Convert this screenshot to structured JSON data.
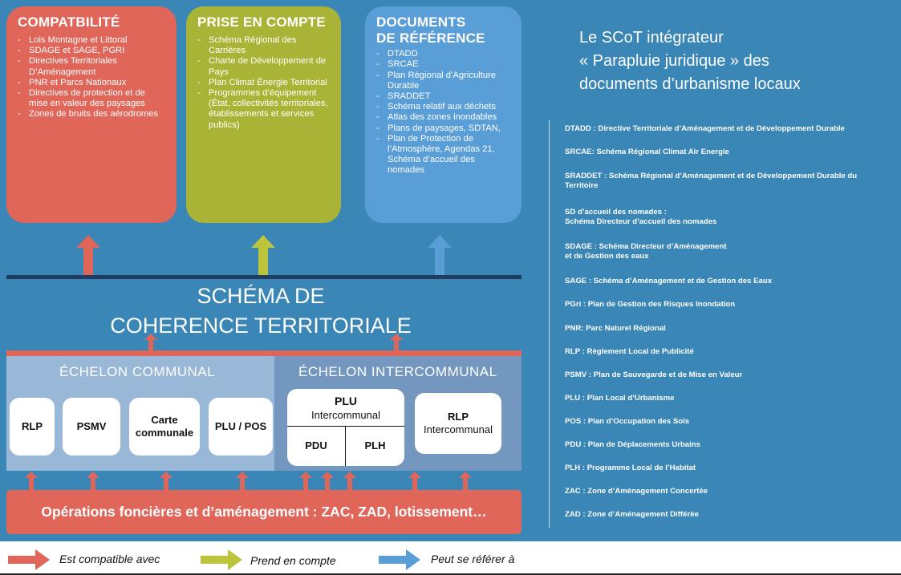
{
  "boxes": {
    "compat": {
      "title": "COMPATBILITÉ",
      "items": [
        "Lois Montagne et Littoral",
        "SDAGE et SAGE, PGRI",
        "Directives Territoriales D’Aménagement",
        "PNR et Parcs Nationaux",
        "Directives de protection et de mise en valeur des paysages",
        "Zones de bruits des aérodromes"
      ]
    },
    "prise": {
      "title": "PRISE EN COMPTE",
      "items": [
        "Schéma Régional des Carrières",
        "Charte de Développement de Pays",
        "Plan Climat Énergie Territorial",
        "Programmes d’équipement (État, collectivités territoriales, établissements et services publics)"
      ]
    },
    "docs": {
      "title_line1": "DOCUMENTS",
      "title_line2": "DE RÉFÉRENCE",
      "items": [
        "DTADD",
        "SRCAE",
        "Plan Régional d’Agriculture Durable",
        "SRADDET",
        "Schéma relatif aux déchets",
        "Atlas des zones inondables",
        "Plans de paysages, SDTAN,",
        "Plan de Protection de l’Atmosphère, Agendas 21, Schéma d’accueil des nomades"
      ]
    }
  },
  "scot": {
    "line1": "SCHÉMA DE",
    "line2": "COHERENCE TERRITORIALE"
  },
  "echelon": {
    "communal": "ÉCHELON COMMUNAL",
    "intercommunal": "ÉCHELON INTERCOMMUNAL"
  },
  "cards": {
    "rlp": "RLP",
    "psmv": "PSMV",
    "carte_line1": "Carte",
    "carte_line2": "communale",
    "plupos": "PLU / POS",
    "plui_title": "PLU",
    "plui_sub": "Intercommunal",
    "pdu": "PDU",
    "plh": "PLH",
    "rlpi_title": "RLP",
    "rlpi_sub": "Intercommunal"
  },
  "operations": "Opérations foncières et d’aménagement : ZAC, ZAD, lotissement…",
  "right_title": {
    "line1": "Le SCoT intégrateur",
    "line2": "« Parapluie juridique » des",
    "line3": "documents d’urbanisme  locaux"
  },
  "glossary": [
    "DTADD : Directive Territoriale d’Aménagement et de Développement Durable",
    "SRCAE: Schéma Régional Climat Air Energie",
    "SRADDET : Schéma Régional d’Aménagement et de Développement Durable du Territoire",
    "SD d’accueil des nomades :\nSchéma Directeur d’accueil des nomades",
    "SDAGE : Schéma Directeur d’Aménagement\net de Gestion des eaux",
    "SAGE : Schéma d’Aménagement et de Gestion des Eaux",
    "PGri : Plan de Gestion des Risques Inondation",
    "PNR: Parc Naturel Régional",
    "RLP : Règlement Local de Publicité",
    "PSMV : Plan de Sauvegarde et de Mise en Valeur",
    "PLU : Plan Local d’Urbanisme",
    "POS : Plan d’Occupation  des Sols",
    "PDU : Plan de Déplacements Urbains",
    "PLH : Programme Local de l’Habitat",
    "ZAC : Zone d’Aménagement Concertée",
    "ZAD : Zone d’Aménagement  Différée"
  ],
  "legend": {
    "compatible": "Est compatible avec",
    "prend": "Prend en compte",
    "refere": "Peut se référer à"
  },
  "colors": {
    "background": "#3a86b6",
    "compat": "#e0665a",
    "prise": "#a9b436",
    "reference": "#5a9ed8"
  }
}
